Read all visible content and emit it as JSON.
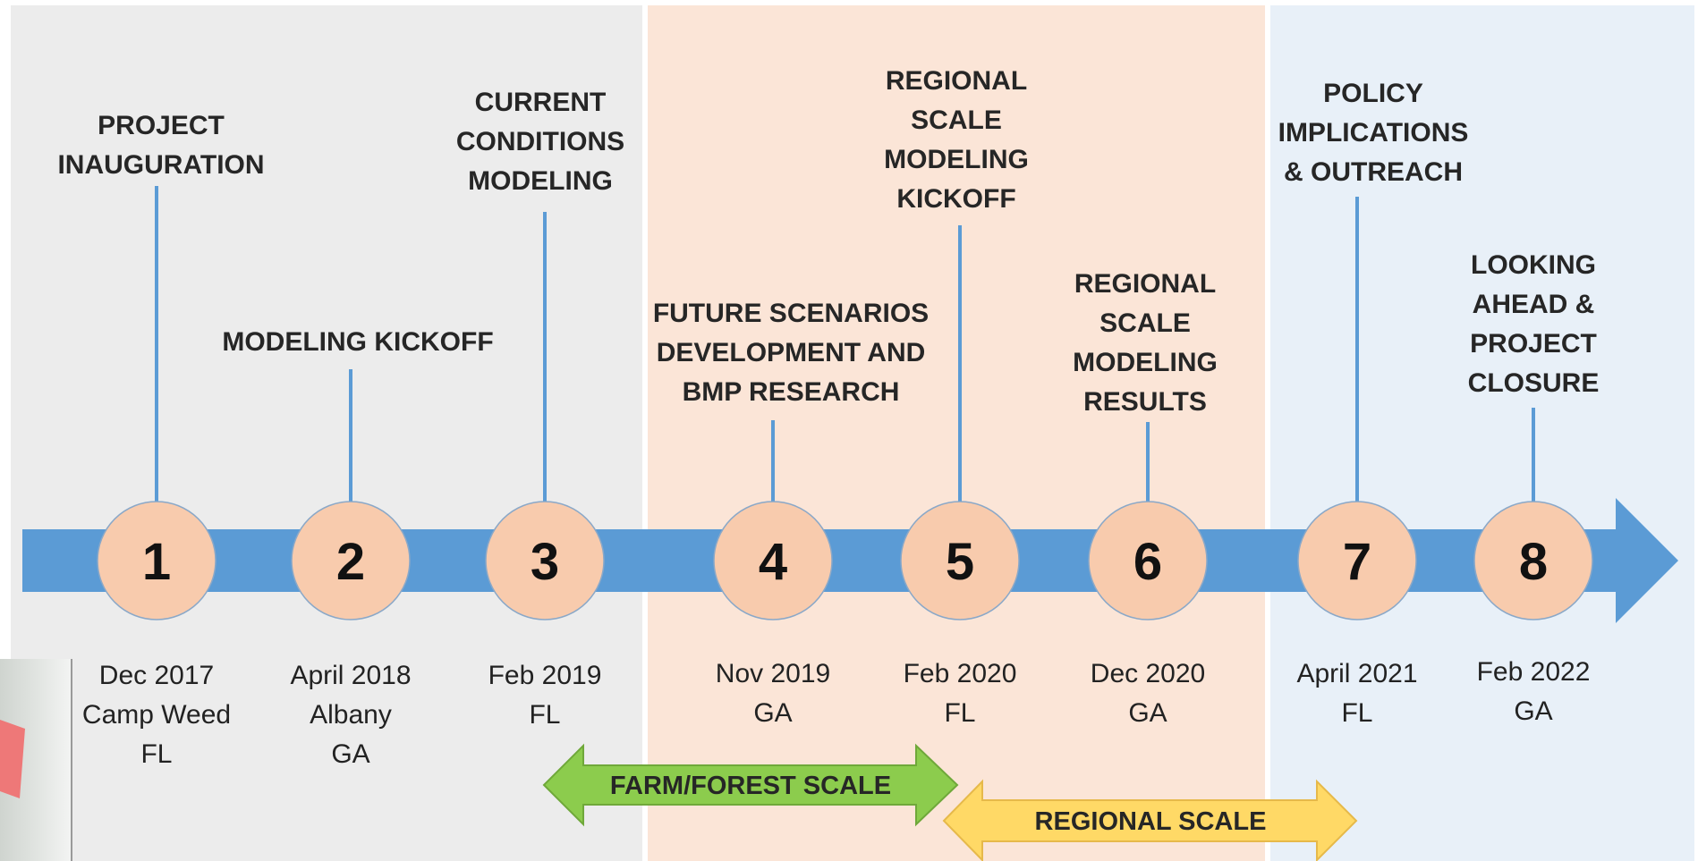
{
  "colors": {
    "phase_1_bg": "#ececec",
    "phase_2_bg": "#fbe5d7",
    "phase_3_bg": "#e8f0f8",
    "timeline_arrow": "#5b9bd5",
    "milestone_circle": "#f8cbad",
    "farm_forest_arrow": "#8ccc4d",
    "regional_arrow": "#ffd966"
  },
  "milestones": [
    {
      "number": "1",
      "title_lines": [
        "PROJECT",
        "INAUGURATION"
      ],
      "date_lines": [
        "Dec 2017",
        "Camp Weed",
        "FL"
      ]
    },
    {
      "number": "2",
      "title_lines": [
        "MODELING KICKOFF"
      ],
      "date_lines": [
        "April 2018",
        "Albany",
        "GA"
      ]
    },
    {
      "number": "3",
      "title_lines": [
        "CURRENT",
        "CONDITIONS",
        "MODELING"
      ],
      "date_lines": [
        "Feb 2019",
        "FL"
      ]
    },
    {
      "number": "4",
      "title_lines": [
        "FUTURE SCENARIOS",
        "DEVELOPMENT AND",
        "BMP RESEARCH"
      ],
      "date_lines": [
        "Nov 2019",
        "GA"
      ]
    },
    {
      "number": "5",
      "title_lines": [
        "REGIONAL",
        "SCALE",
        "MODELING",
        "KICKOFF"
      ],
      "date_lines": [
        "Feb 2020",
        "FL"
      ]
    },
    {
      "number": "6",
      "title_lines": [
        "REGIONAL",
        "SCALE",
        "MODELING",
        "RESULTS"
      ],
      "date_lines": [
        "Dec 2020",
        "GA"
      ]
    },
    {
      "number": "7",
      "title_lines": [
        "POLICY",
        "IMPLICATIONS",
        "& OUTREACH"
      ],
      "date_lines": [
        "April 2021",
        "FL"
      ]
    },
    {
      "number": "8",
      "title_lines": [
        "LOOKING",
        "AHEAD &",
        "PROJECT",
        "CLOSURE"
      ],
      "date_lines": [
        "Feb 2022",
        "GA"
      ]
    }
  ],
  "scale_arrows": {
    "farm_forest": "FARM/FOREST SCALE",
    "regional": "REGIONAL SCALE"
  }
}
